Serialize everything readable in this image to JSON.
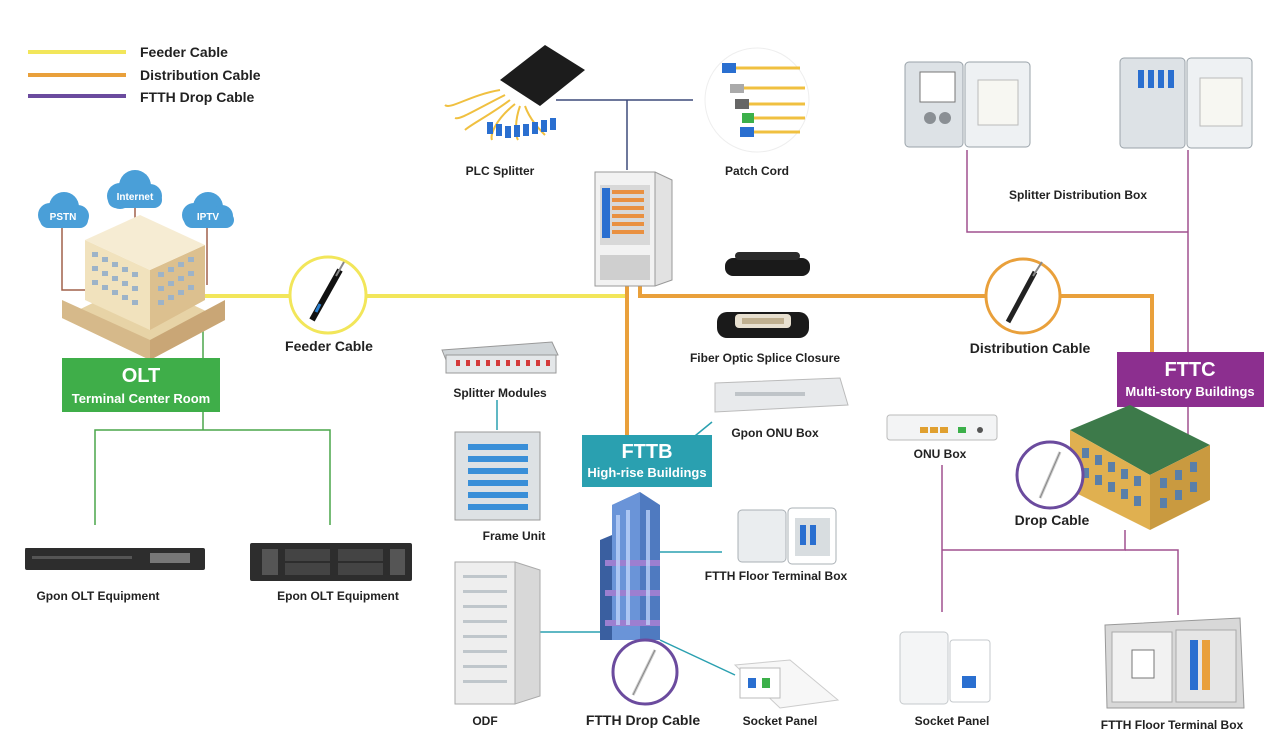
{
  "legend": [
    {
      "label": "Feeder Cable",
      "color": "#f2e65a"
    },
    {
      "label": "Distribution Cable",
      "color": "#e9a03b"
    },
    {
      "label": "FTTH Drop Cable",
      "color": "#6b4b9e"
    }
  ],
  "clouds": {
    "pstn": "PSTN",
    "internet": "Internet",
    "iptv": "IPTV"
  },
  "olt": {
    "title": "OLT",
    "subtitle": "Terminal Center Room",
    "color": "#3fae49"
  },
  "fttb": {
    "title": "FTTB",
    "subtitle": "High-rise Buildings",
    "color": "#2aa0b0"
  },
  "fttc": {
    "title": "FTTC",
    "subtitle": "Multi-story Buildings",
    "color": "#8c2f8f"
  },
  "labels": {
    "plc_splitter": "PLC Splitter",
    "patch_cord": "Patch Cord",
    "splitter_distribution_box": "Splitter Distribution Box",
    "feeder_cable": "Feeder Cable",
    "distribution_cable": "Distribution Cable",
    "fiber_optic_splice_closure": "Fiber Optic Splice Closure",
    "splitter_modules": "Splitter Modules",
    "gpon_onu_box": "Gpon ONU Box",
    "onu_box": "ONU Box",
    "drop_cable": "Drop Cable",
    "frame_unit": "Frame Unit",
    "ftth_floor_terminal_box_mid": "FTTH Floor Terminal Box",
    "gpon_olt_equipment": "Gpon OLT Equipment",
    "epon_olt_equipment": "Epon OLT Equipment",
    "odf": "ODF",
    "ftth_drop_cable": "FTTH Drop Cable",
    "socket_panel_mid": "Socket Panel",
    "socket_panel_right": "Socket Panel",
    "ftth_floor_terminal_box_right": "FTTH Floor Terminal Box"
  },
  "colors": {
    "feeder": "#f2e65a",
    "distribution": "#e9a03b",
    "drop": "#6b4b9e",
    "olt_line": "#4aa64a",
    "navy_line": "#3d4a7a",
    "teal_line": "#2aa0b0",
    "pink_line": "#a0508f",
    "brown_line": "#a0604a"
  }
}
